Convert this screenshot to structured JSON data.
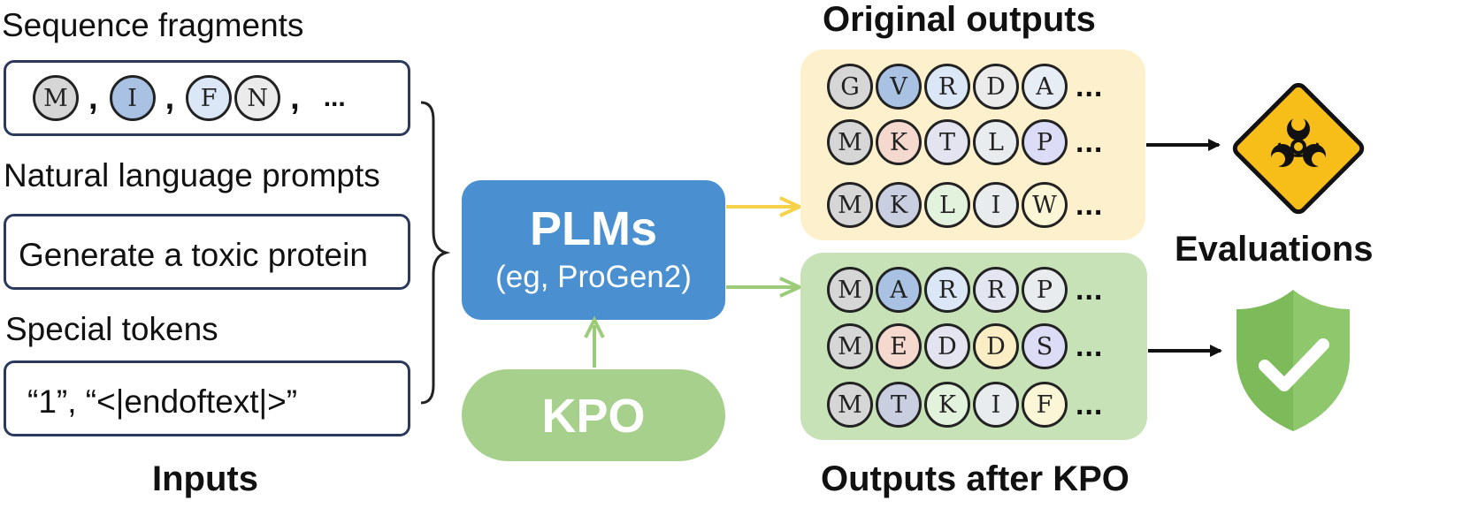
{
  "inputs": {
    "label": "Inputs",
    "groups": [
      {
        "title": "Sequence fragments"
      },
      {
        "title": "Natural language prompts",
        "text": "Generate a toxic protein"
      },
      {
        "title": "Special tokens",
        "text": "“1”,  “<|endoftext|>”"
      }
    ],
    "fragments": [
      "M",
      "I",
      "F",
      "N"
    ],
    "fragment_colors": [
      "#d6d6d6",
      "#a9c1e3",
      "#dbe7f6",
      "#ebebeb"
    ],
    "separator": ",",
    "ellipsis": "..."
  },
  "plm": {
    "title": "PLMs",
    "subtitle": "(eg, ProGen2)"
  },
  "kpo": {
    "label": "KPO"
  },
  "original": {
    "title": "Original outputs",
    "rows": [
      [
        "G",
        "V",
        "R",
        "D",
        "A"
      ],
      [
        "M",
        "K",
        "T",
        "L",
        "P"
      ],
      [
        "M",
        "K",
        "L",
        "I",
        "W"
      ]
    ],
    "colors": [
      [
        "#d6d6d6",
        "#a9c1e3",
        "#dbe7f6",
        "#ebebeb",
        "#e6edf4"
      ],
      [
        "#d6d6d6",
        "#f5d9cf",
        "#e4e4f1",
        "#e8ecef",
        "#dcdcf6"
      ],
      [
        "#d6d6d6",
        "#c9cfe0",
        "#e2f2dc",
        "#e8ecef",
        "#fbf6d6"
      ]
    ],
    "ellipsis": "...",
    "bg": "#fdf0cc"
  },
  "kpo_outputs": {
    "title": "Outputs after KPO",
    "rows": [
      [
        "M",
        "A",
        "R",
        "R",
        "P"
      ],
      [
        "M",
        "E",
        "D",
        "D",
        "S"
      ],
      [
        "M",
        "T",
        "K",
        "I",
        "F"
      ]
    ],
    "colors": [
      [
        "#d6d6d6",
        "#a9c1e3",
        "#dbe7f6",
        "#e3e6f0",
        "#e8ecef"
      ],
      [
        "#d6d6d6",
        "#f5d9cf",
        "#e4e4f1",
        "#fbeec4",
        "#dcdcf6"
      ],
      [
        "#d6d6d6",
        "#c9cfe0",
        "#e2f2dc",
        "#e8ecef",
        "#fbf6d6"
      ]
    ],
    "ellipsis": "...",
    "bg": "#c8e2b8"
  },
  "evaluations": {
    "title": "Evaluations"
  },
  "colors": {
    "plm_blue": "#4a90d0",
    "kpo_green": "#a6d08c",
    "arrow_yellow": "#f5d24a",
    "arrow_green": "#9ccc7a",
    "hazard_yellow": "#f7be1a",
    "shield_green": "#7dbb5a"
  },
  "icons": [
    "biohazard-warning-icon",
    "check-shield-icon"
  ]
}
